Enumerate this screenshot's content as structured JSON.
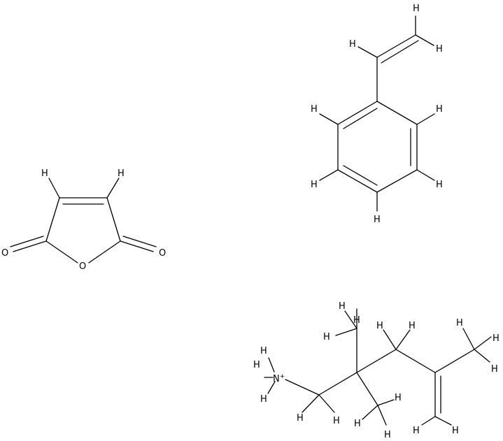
{
  "molecules": {
    "maleic_anhydride": {
      "labels": {
        "h_left": "H",
        "h_right": "H",
        "o_left": "O",
        "o_ring": "O",
        "o_right": "O"
      }
    },
    "styrene": {
      "labels": {
        "h_vinyl_top": "H",
        "h_vinyl_right": "H",
        "h_vinyl_alpha": "H",
        "h_ring_1": "H",
        "h_ring_2": "H",
        "h_ring_3": "H",
        "h_ring_4": "H",
        "h_ring_5": "H"
      }
    },
    "ammonium": {
      "labels": {
        "n_plus": "N+",
        "h_n1": "H",
        "h_n2": "H",
        "h_n3": "H",
        "h_ch2a_1": "H",
        "h_ch2a_2": "H",
        "h_me1_1": "H",
        "h_me1_2": "H",
        "h_me1_3": "H",
        "h_me2_1": "H",
        "h_me2_2": "H",
        "h_me2_3": "H",
        "h_ch2b_1": "H",
        "h_ch2b_2": "H",
        "h_me3_1": "H",
        "h_me3_2": "H",
        "h_me3_3": "H",
        "h_vinylidene_1": "H",
        "h_vinylidene_2": "H"
      }
    }
  }
}
